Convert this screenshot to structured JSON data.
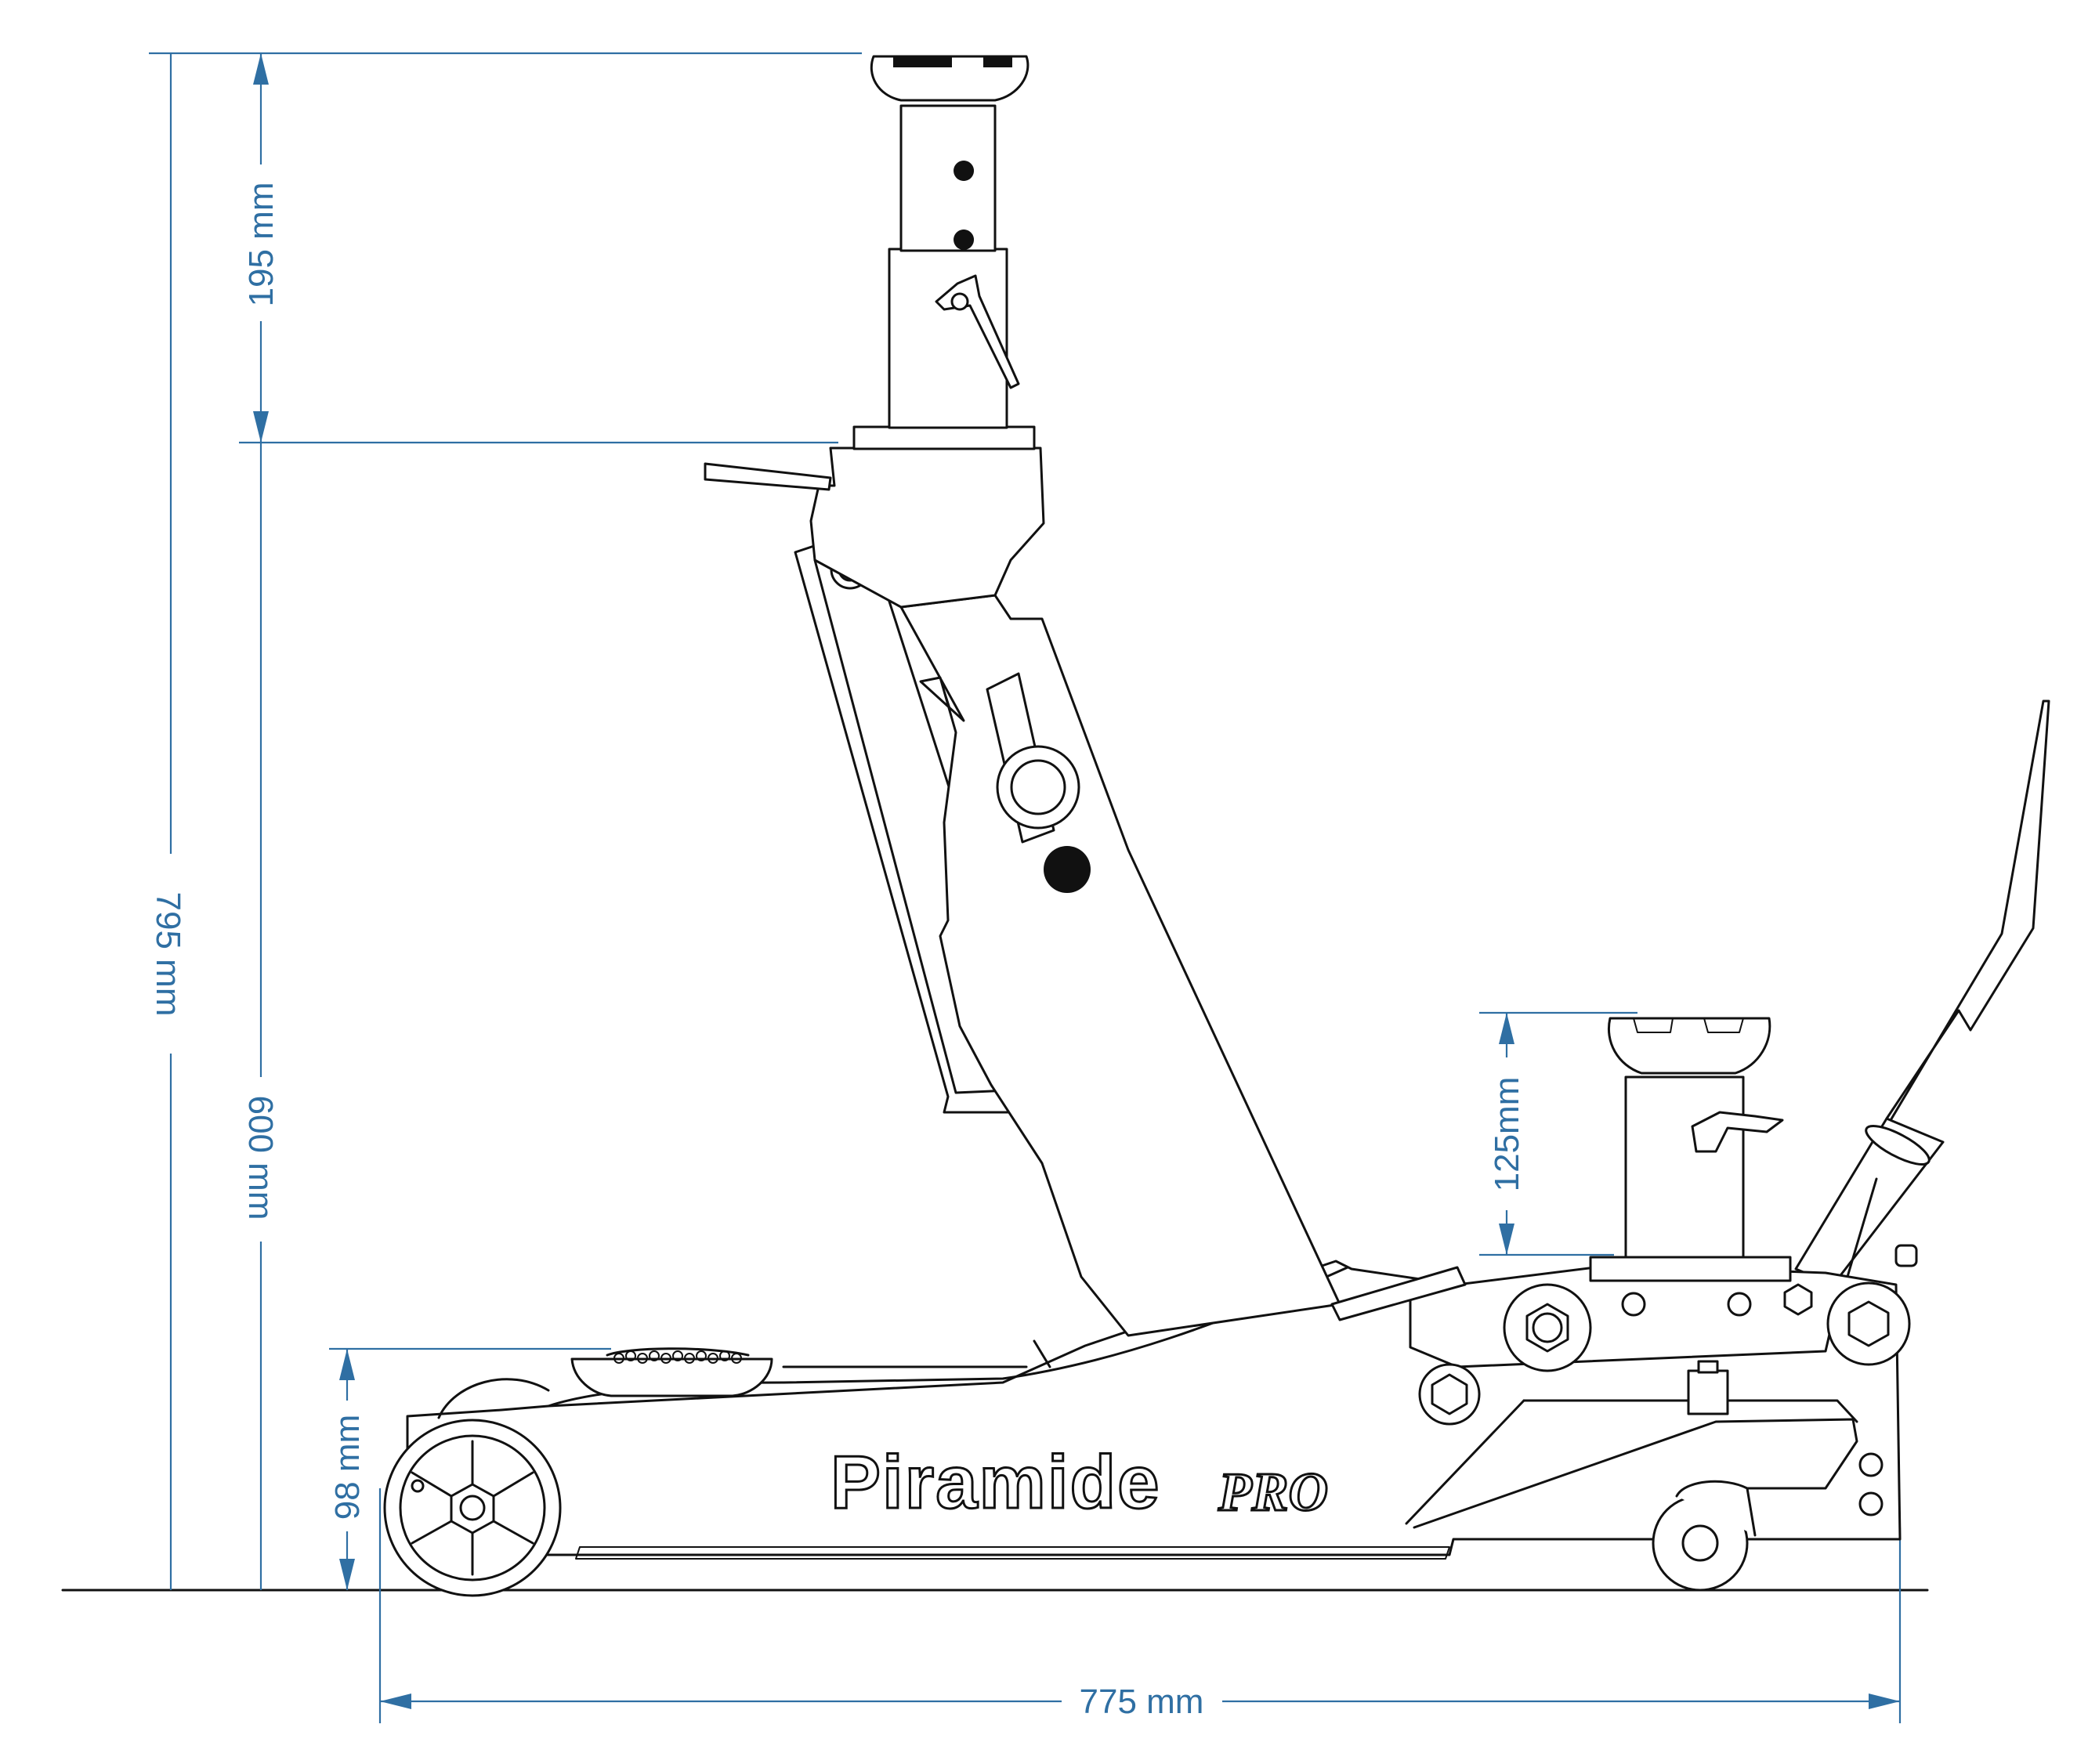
{
  "diagram": {
    "brand": {
      "name": "Piramide",
      "suffix": "PRO"
    },
    "dimensions": {
      "total_height": "795 mm",
      "saddle_extension_high": "195 mm",
      "max_lift_height": "600 mm",
      "min_height": "98 mm",
      "saddle_extension_low": "125mm",
      "length": "775 mm"
    },
    "colors": {
      "dimension": "#2f6fa3",
      "ink": "#111111",
      "background": "#ffffff"
    }
  }
}
